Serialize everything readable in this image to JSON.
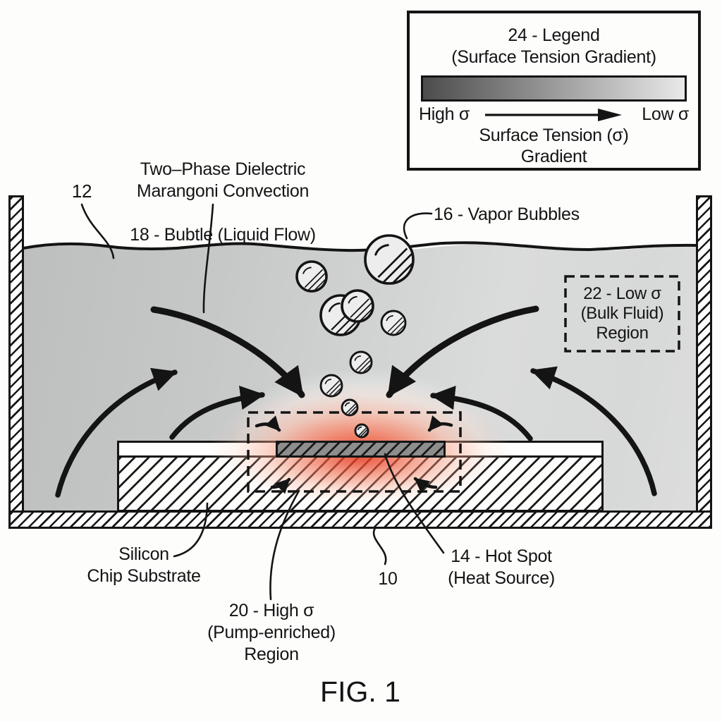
{
  "figure_caption": "FIG. 1",
  "labels": {
    "tank_ref": "12",
    "flow_title": "Two–Phase Dielectric\nMarangoni Convection",
    "bubble_flow": "18 - Bubtle (Liquid Flow)",
    "vapor_bubbles": "16 - Vapor Bubbles",
    "bulk_fluid_region": "22 - Low σ\n(Bulk Fluid)\nRegion",
    "silicon_substrate": "Silicon\nChip Substrate",
    "device_ref": "10",
    "hot_spot": "14 - Hot Spot\n(Heat Source)",
    "high_sigma_region": "20 - High σ\n(Pump-enriched)\nRegion"
  },
  "legend": {
    "title": "24 - Legend\n(Surface Tension Gradient)",
    "high_label": "High σ",
    "low_label": "Low σ",
    "axis_label": "Surface Tension (σ)\nGradient",
    "gradient_start_color": "#4c4c4c",
    "gradient_end_color": "#e9e9e9"
  },
  "colors": {
    "hot_spot_core": "#e73a1c",
    "fluid_left": "#bdbfbf",
    "fluid_right": "#dcdddc",
    "chip_bar": "#8d8d8d",
    "line_color": "#141414"
  }
}
